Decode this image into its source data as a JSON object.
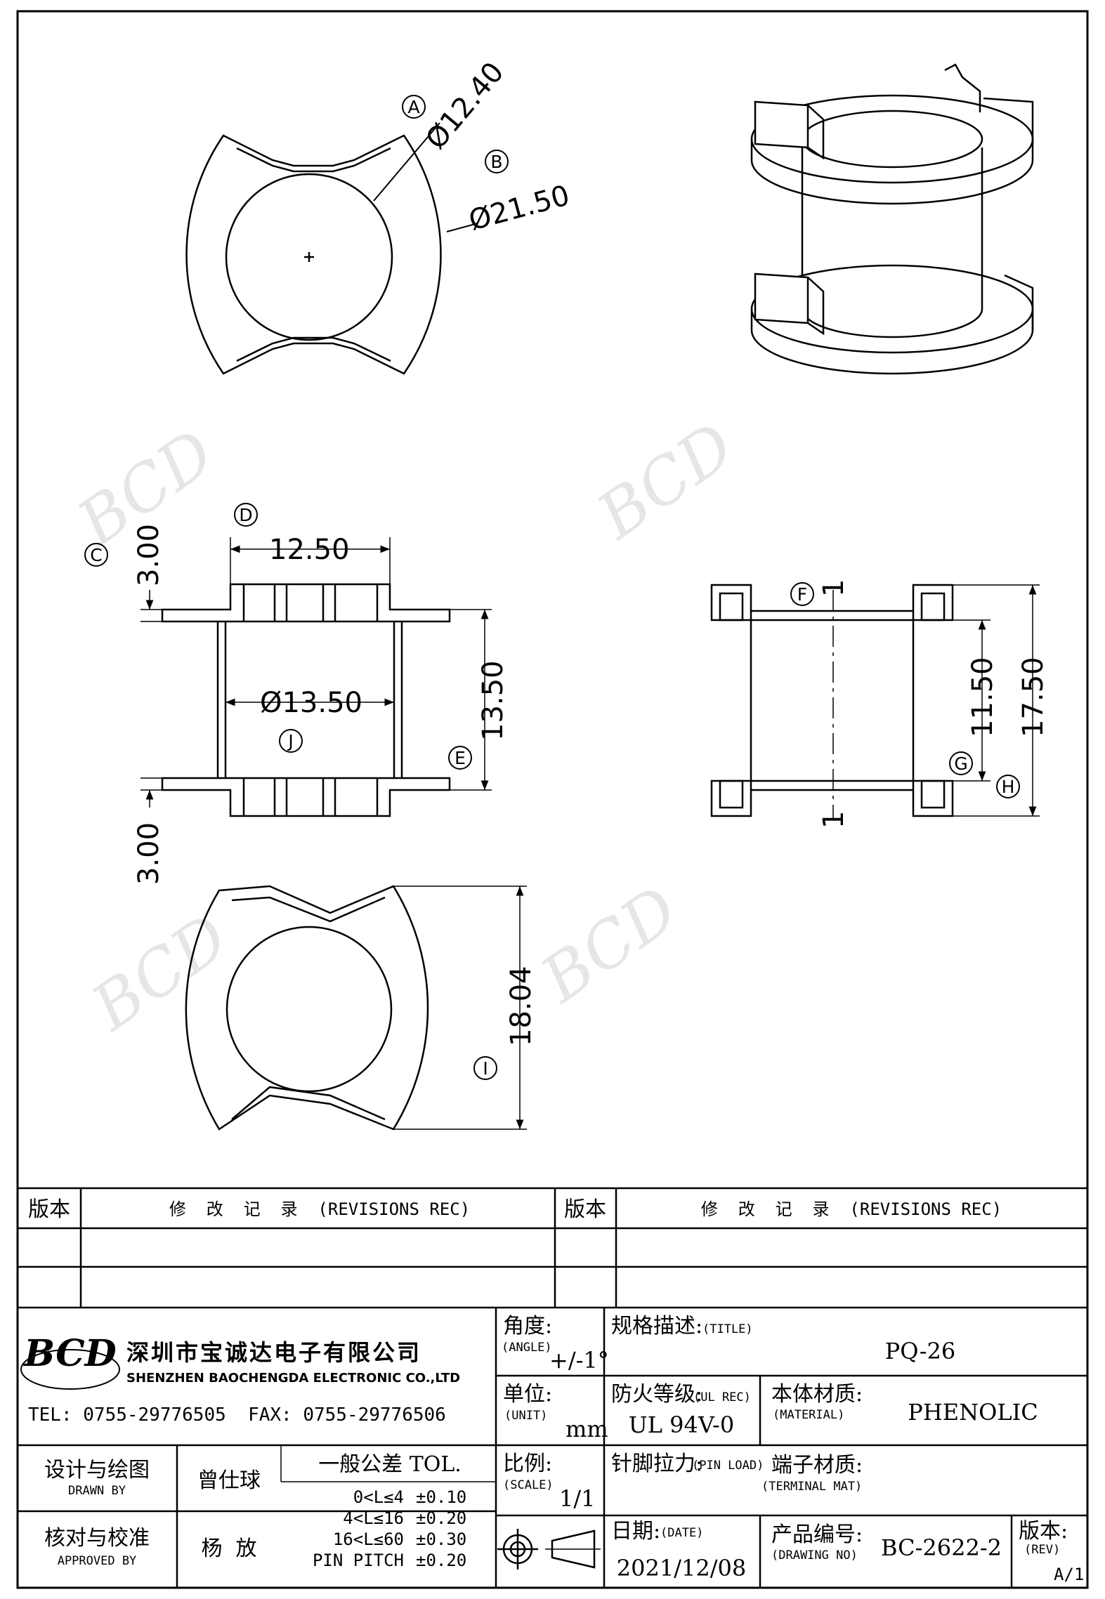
{
  "drawing": {
    "dimensions": {
      "inner_dia": "Ø12.40",
      "outer_dia": "Ø21.50",
      "flange_width": "12.50",
      "core_dia": "Ø13.50",
      "height": "13.50",
      "top_thk": "3.00",
      "bottom_thk": "3.00",
      "side_inner": "11.50",
      "side_outer": "17.50",
      "bottom_width": "18.04",
      "section_top": "1",
      "section_bottom": "1"
    },
    "callouts": [
      "A",
      "B",
      "C",
      "D",
      "E",
      "F",
      "G",
      "H",
      "I",
      "J"
    ],
    "watermark": "BCD"
  },
  "title_block": {
    "rev_header_left": "版本",
    "rev_title_left": "修  改  记  录  (REVISIONS REC)",
    "rev_header_right": "版本",
    "rev_title_right": "修  改  记  录  (REVISIONS REC)",
    "logo": "BCD",
    "company_cn": "深圳市宝诚达电子有限公司",
    "company_en": "SHENZHEN BAOCHENGDA ELECTRONIC CO.,LTD",
    "tel": "TEL: 0755-29776505  FAX: 0755-29776506",
    "angle_cn": "角度:",
    "angle_en": "(ANGLE)",
    "angle_val": "+/-1°",
    "title_cn": "规格描述:",
    "title_en": "(TITLE)",
    "title_val": "PQ-26",
    "unit_cn": "单位:",
    "unit_en": "(UNIT)",
    "unit_val": "mm",
    "ul_cn": "防火等级:",
    "ul_en": "(UL REC)",
    "ul_val": "UL 94V-0",
    "material_cn": "本体材质:",
    "material_en": "(MATERIAL)",
    "material_val": "PHENOLIC",
    "drawn_cn": "设计与绘图",
    "drawn_en": "DRAWN BY",
    "drawn_val": "曾仕球",
    "tol_title": "一般公差 TOL.",
    "tol_rows": [
      {
        "range": "0<L≤4",
        "tol": "±0.10"
      },
      {
        "range": "4<L≤16",
        "tol": "±0.20"
      },
      {
        "range": "16<L≤60",
        "tol": "±0.30"
      },
      {
        "range": "PIN PITCH",
        "tol": "±0.20"
      }
    ],
    "scale_cn": "比例:",
    "scale_en": "(SCALE)",
    "scale_val": "1/1",
    "pin_cn": "针脚拉力:",
    "pin_en": "(PIN LOAD)",
    "terminal_cn": "端子材质:",
    "terminal_en": "(TERMINAL MAT)",
    "approved_cn": "核对与校准",
    "approved_en": "APPROVED BY",
    "approved_val": "杨  放",
    "date_cn": "日期:",
    "date_en": "(DATE)",
    "date_val": "2021/12/08",
    "drawing_no_cn": "产品编号:",
    "drawing_no_en": "(DRAWING NO)",
    "drawing_no_val": "BC-2622-2",
    "rev_cn": "版本:",
    "rev_en": "(REV)",
    "rev_val": "A/1"
  }
}
